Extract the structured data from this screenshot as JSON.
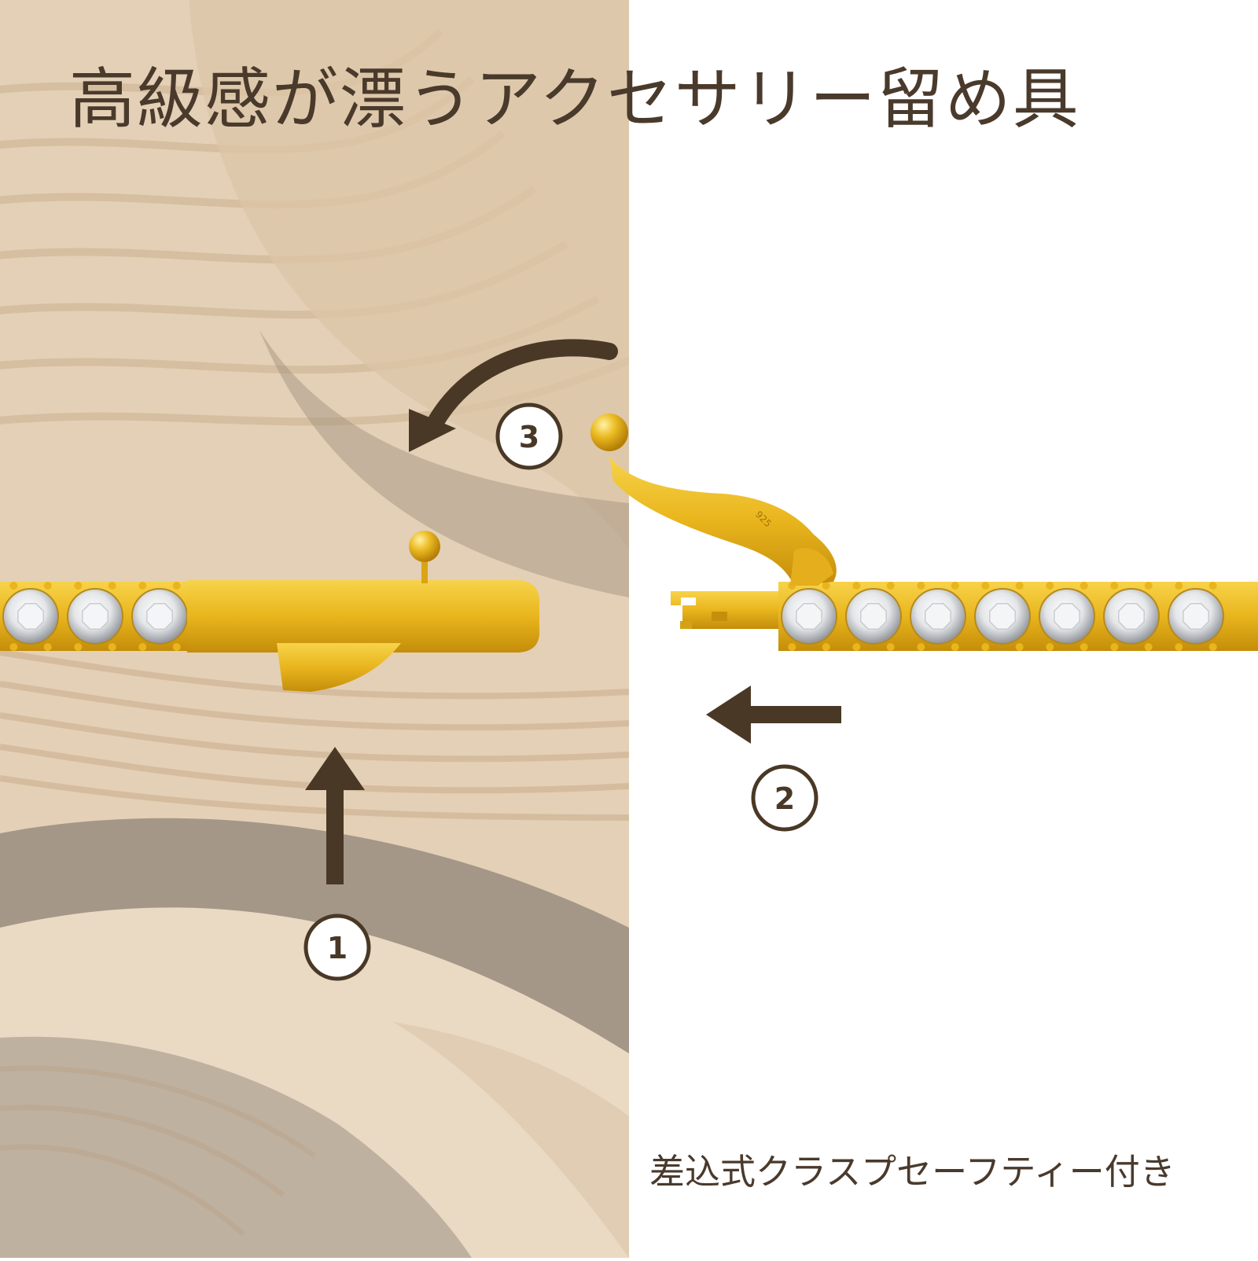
{
  "title": "高級感が漂うアクセサリー留め具",
  "subtitle": "差込式クラスプセーフティー付き",
  "steps": [
    {
      "number": "1",
      "direction": "up"
    },
    {
      "number": "2",
      "direction": "left"
    },
    {
      "number": "3",
      "direction": "curve-left"
    }
  ],
  "colors": {
    "accent": "#4a3a2c",
    "gold": "#e9b51d",
    "background_left": "#e3cfb4",
    "background_right": "#ffffff"
  }
}
